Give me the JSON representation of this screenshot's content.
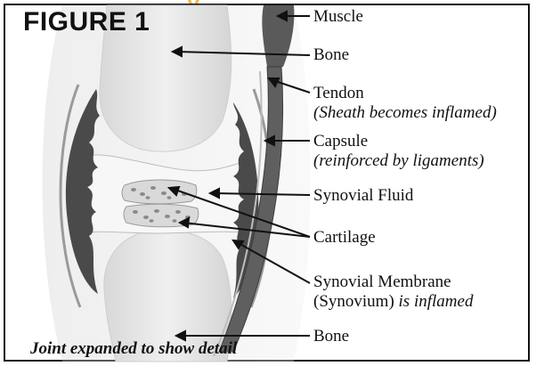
{
  "figure": {
    "title": "FIGURE 1",
    "caption": "Joint expanded to show detail"
  },
  "labels": {
    "muscle": "Muscle",
    "bone_top": "Bone",
    "tendon": "Tendon",
    "tendon_note": "(Sheath becomes inflamed)",
    "capsule": "Capsule",
    "capsule_note": "(reinforced by ligaments)",
    "synovial_fluid": "Synovial Fluid",
    "cartilage": "Cartilage",
    "synovial_membrane": "Synovial Membrane",
    "synovium": "(Synovium)",
    "synovium_note": "is inflamed",
    "bone_bottom": "Bone"
  },
  "colors": {
    "line": "#111111",
    "tissue_dark": "#4a4a4a",
    "bone_fill": "#e9e9e9",
    "accent": "#f2b74a"
  }
}
